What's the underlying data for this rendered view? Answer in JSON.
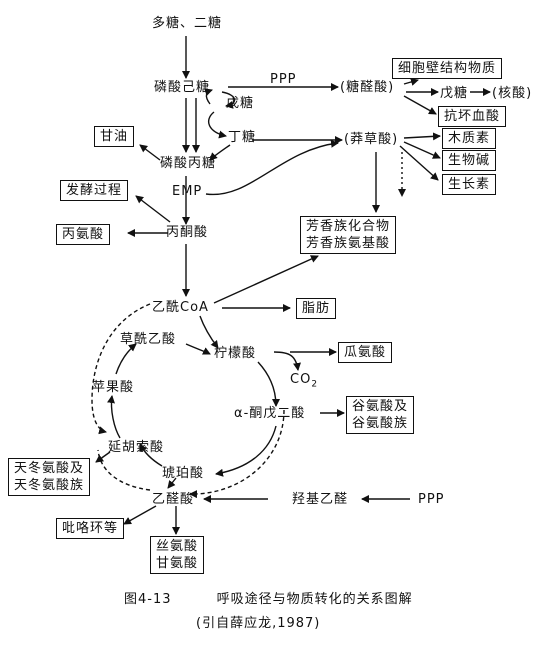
{
  "nodes": {
    "polysaccharide": "多糖、二糖",
    "hexose_phosphate": "磷酸己糖",
    "ppp_top": "PPP",
    "uronic_acid": "(糖醛酸)",
    "pentose_mid": "戊糖",
    "tetrose": "丁糖",
    "shikimic_acid": "(莽草酸)",
    "triose_phosphate": "磷酸丙糖",
    "emp": "EMP",
    "pyruvate": "丙酮酸",
    "acetyl_coa": "乙酰CoA",
    "oxaloacetate": "草酰乙酸",
    "citrate": "柠檬酸",
    "co2_text": "CO",
    "co2_sub": "2",
    "malate": "苹果酸",
    "alpha_kg": "α-酮戊二酸",
    "fumarate": "延胡索酸",
    "succinate": "琥珀酸",
    "glyoxylate": "乙醛酸",
    "hydroxypyruvate": "羟基乙醛",
    "ppp_bottom": "PPP",
    "pentose_right": "戊糖",
    "nucleic_acid": "(核酸)"
  },
  "boxes": {
    "cell_wall": "细胞壁结构物质",
    "anti_hemorrhage": "抗坏血酸",
    "lignin": "木质素",
    "alkaloid": "生物碱",
    "growth_hormone": "生长素",
    "glycerol": "甘油",
    "fermentation": "发酵过程",
    "alanine": "丙氨酸",
    "aromatic_1": "芳香族化合物",
    "aromatic_2": "芳香族氨基酸",
    "fat": "脂肪",
    "ornithine": "瓜氨酸",
    "glutamate_1": "谷氨酸及",
    "glutamate_2": "谷氨酸族",
    "aspartate_1": "天冬氨酸及",
    "aspartate_2": "天冬氨酸族",
    "porphyrin": "吡咯环等",
    "serine": "丝氨酸",
    "glycine": "甘氨酸"
  },
  "caption": {
    "figure": "图4-13",
    "title": "呼吸途径与物质转化的关系图解",
    "source": "(引自薛应龙,1987)"
  },
  "colors": {
    "ink": "#111111",
    "background": "#ffffff"
  }
}
